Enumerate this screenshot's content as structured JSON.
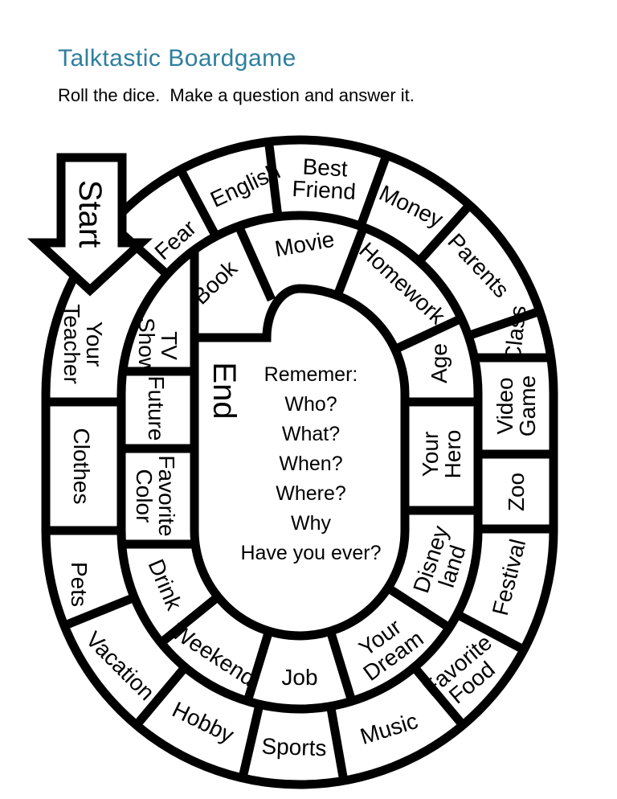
{
  "page": {
    "title": "Talktastic Boardgame",
    "subtitle": "Roll the dice.  Make a question and answer it."
  },
  "colors": {
    "title": "#2e7f9e",
    "board_line": "#000000",
    "background": "#ffffff",
    "text": "#000000"
  },
  "board": {
    "start_label": "Start",
    "end_label": "End",
    "center": {
      "lines": [
        "Rememer:",
        "Who?",
        "What?",
        "When?",
        "Where?",
        "Why",
        "Have you ever?"
      ]
    },
    "outer_ring": [
      {
        "label": "Your Teacher",
        "lines": [
          "Your",
          "Teacher"
        ]
      },
      {
        "label": "Clothes"
      },
      {
        "label": "Pets"
      },
      {
        "label": "Vacation"
      },
      {
        "label": "Hobby"
      },
      {
        "label": "Sports"
      },
      {
        "label": "Music"
      },
      {
        "label": "Favorite Food",
        "lines": [
          "Favorite",
          "Food"
        ]
      },
      {
        "label": "Festival"
      },
      {
        "label": "Zoo"
      },
      {
        "label": "Video Game",
        "lines": [
          "Video",
          "Game"
        ]
      },
      {
        "label": "Class"
      },
      {
        "label": "Parents"
      },
      {
        "label": "Money"
      },
      {
        "label": "Best Friend",
        "lines": [
          "Best",
          "Friend"
        ]
      },
      {
        "label": "English"
      },
      {
        "label": "Fear"
      }
    ],
    "inner_ring": [
      {
        "label": "TV Show",
        "lines": [
          "TV",
          "Show"
        ]
      },
      {
        "label": "Future"
      },
      {
        "label": "Favorite Color",
        "lines": [
          "Favorite",
          "Color"
        ]
      },
      {
        "label": "Drink"
      },
      {
        "label": "Weekend"
      },
      {
        "label": "Job"
      },
      {
        "label": "Your Dream",
        "lines": [
          "Your",
          "Dream"
        ]
      },
      {
        "label": "Disney land",
        "lines": [
          "Disney",
          "land"
        ]
      },
      {
        "label": "Your Hero",
        "lines": [
          "Your",
          "Hero"
        ]
      },
      {
        "label": "Age"
      },
      {
        "label": "Homework"
      },
      {
        "label": "Movie"
      },
      {
        "label": "Book"
      }
    ]
  }
}
